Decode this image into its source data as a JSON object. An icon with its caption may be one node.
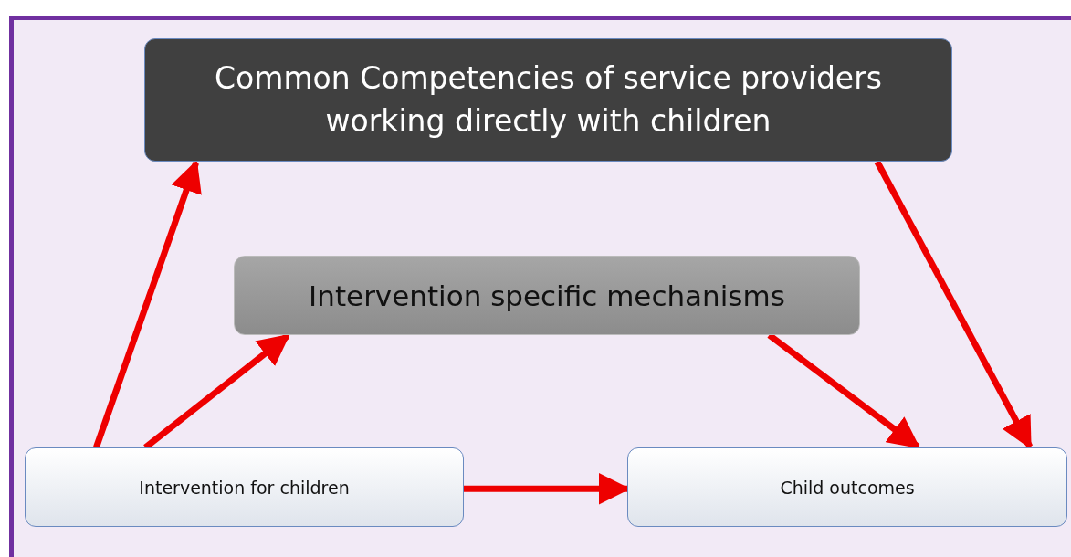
{
  "diagram": {
    "nodes": [
      {
        "text": [
          "Common Competencies of service providers working directly with children"
        ]
      },
      {
        "text": [
          "Intervention specific mechanisms"
        ]
      },
      {
        "text": [
          "Intervention for children"
        ]
      },
      {
        "text": [
          "Child outcomes"
        ]
      }
    ],
    "edges": [
      {
        "from": 2,
        "to": 0,
        "arrow": "to"
      },
      {
        "from": 2,
        "to": 1,
        "arrow": "to"
      },
      {
        "from": 2,
        "to": 3,
        "arrow": "to"
      },
      {
        "from": 1,
        "to": 3,
        "arrow": "to"
      },
      {
        "from": 0,
        "to": 3,
        "arrow": "to"
      }
    ]
  }
}
